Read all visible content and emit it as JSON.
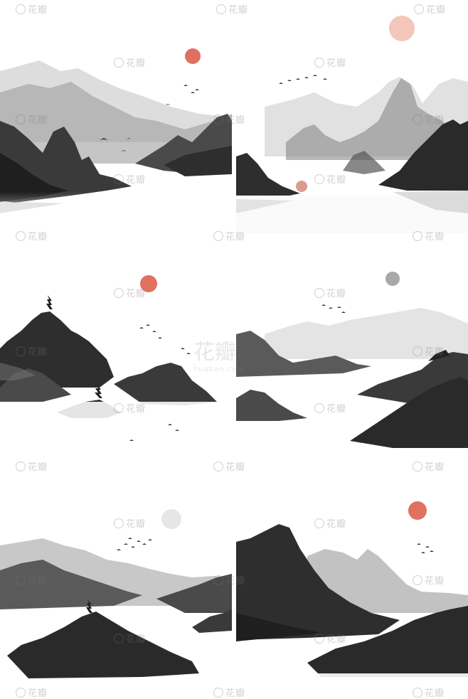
{
  "watermark": {
    "text": "花瓣",
    "sub": "huaban.com"
  },
  "colors": {
    "sun_red": "#e07060",
    "ink_dark": "#2a2a2a",
    "ink_mid": "#6b6b6b",
    "ink_light": "#bdbdbd",
    "bg": "#ffffff"
  },
  "panels": [
    {
      "name": "landscape-1",
      "sun": "red"
    },
    {
      "name": "landscape-2",
      "sun": "pale-red"
    },
    {
      "name": "landscape-3",
      "sun": "red"
    },
    {
      "name": "landscape-4",
      "sun": "grey"
    },
    {
      "name": "landscape-5",
      "sun": "pale-grey"
    },
    {
      "name": "landscape-6",
      "sun": "red"
    }
  ]
}
